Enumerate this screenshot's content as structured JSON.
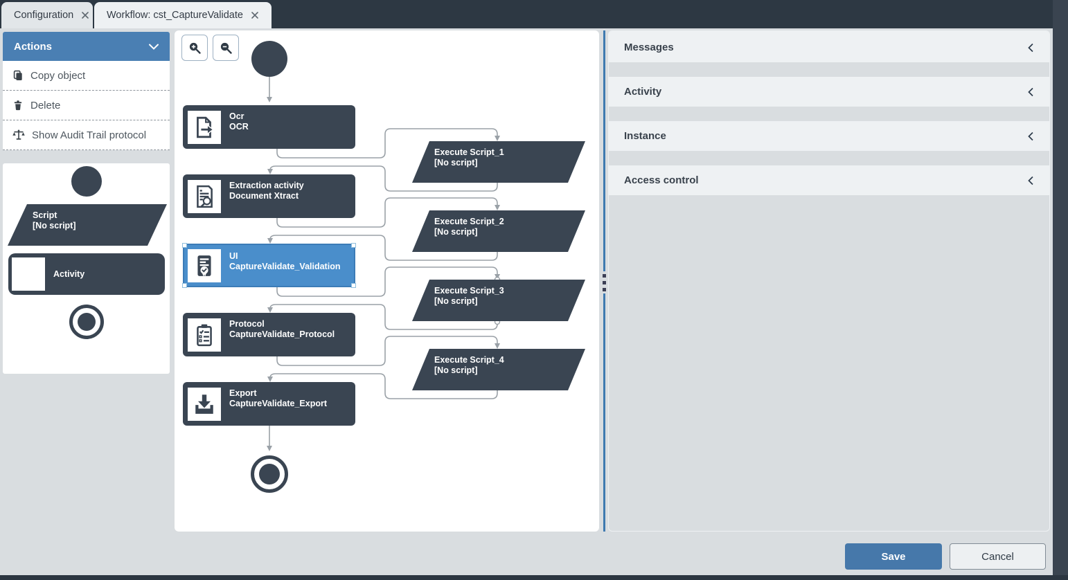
{
  "tabs": [
    {
      "label": "Configuration"
    },
    {
      "label": "Workflow: cst_CaptureValidate",
      "active": true
    }
  ],
  "sidebar": {
    "actions_header": "Actions",
    "items": [
      {
        "label": "Copy object",
        "icon": "copy-icon"
      },
      {
        "label": "Delete",
        "icon": "trash-icon"
      },
      {
        "label": "Show Audit Trail protocol",
        "icon": "scales-icon"
      }
    ],
    "palette": {
      "script_title": "Script",
      "script_subtitle": "[No script]",
      "activity_label": "Activity",
      "start_shape": "start-event",
      "end_shape": "end-event"
    }
  },
  "canvas": {
    "zoom_in": "zoom-in-button",
    "zoom_out": "zoom-out-button",
    "nodes": [
      {
        "title": "Ocr",
        "subtitle": "OCR",
        "icon": "ocr-document-icon"
      },
      {
        "title": "Extraction activity",
        "subtitle": "Document Xtract",
        "icon": "extraction-document-icon"
      },
      {
        "title": "UI",
        "subtitle": "CaptureValidate_Validation",
        "icon": "validation-badge-icon",
        "selected": true
      },
      {
        "title": "Protocol",
        "subtitle": "CaptureValidate_Protocol",
        "icon": "clipboard-checklist-icon"
      },
      {
        "title": "Export",
        "subtitle": "CaptureValidate_Export",
        "icon": "export-tray-icon"
      }
    ],
    "scripts": [
      {
        "title": "Execute Script_1",
        "subtitle": "[No script]"
      },
      {
        "title": "Execute Script_2",
        "subtitle": "[No script]"
      },
      {
        "title": "Execute Script_3",
        "subtitle": "[No script]"
      },
      {
        "title": "Execute Script_4",
        "subtitle": "[No script]"
      }
    ]
  },
  "panel": {
    "sections": [
      {
        "label": "Messages"
      },
      {
        "label": "Activity"
      },
      {
        "label": "Instance"
      },
      {
        "label": "Access control"
      }
    ]
  },
  "footer": {
    "save_label": "Save",
    "cancel_label": "Cancel"
  },
  "colors": {
    "accent_blue": "#4678aa",
    "selected_node_blue": "#4a8ecb",
    "node_dark": "#3a4552",
    "chrome_dark": "#2d3843",
    "page_bg": "#d9dde0",
    "panel_light": "#eef1f3",
    "connector_gray": "#9aa1a7"
  }
}
